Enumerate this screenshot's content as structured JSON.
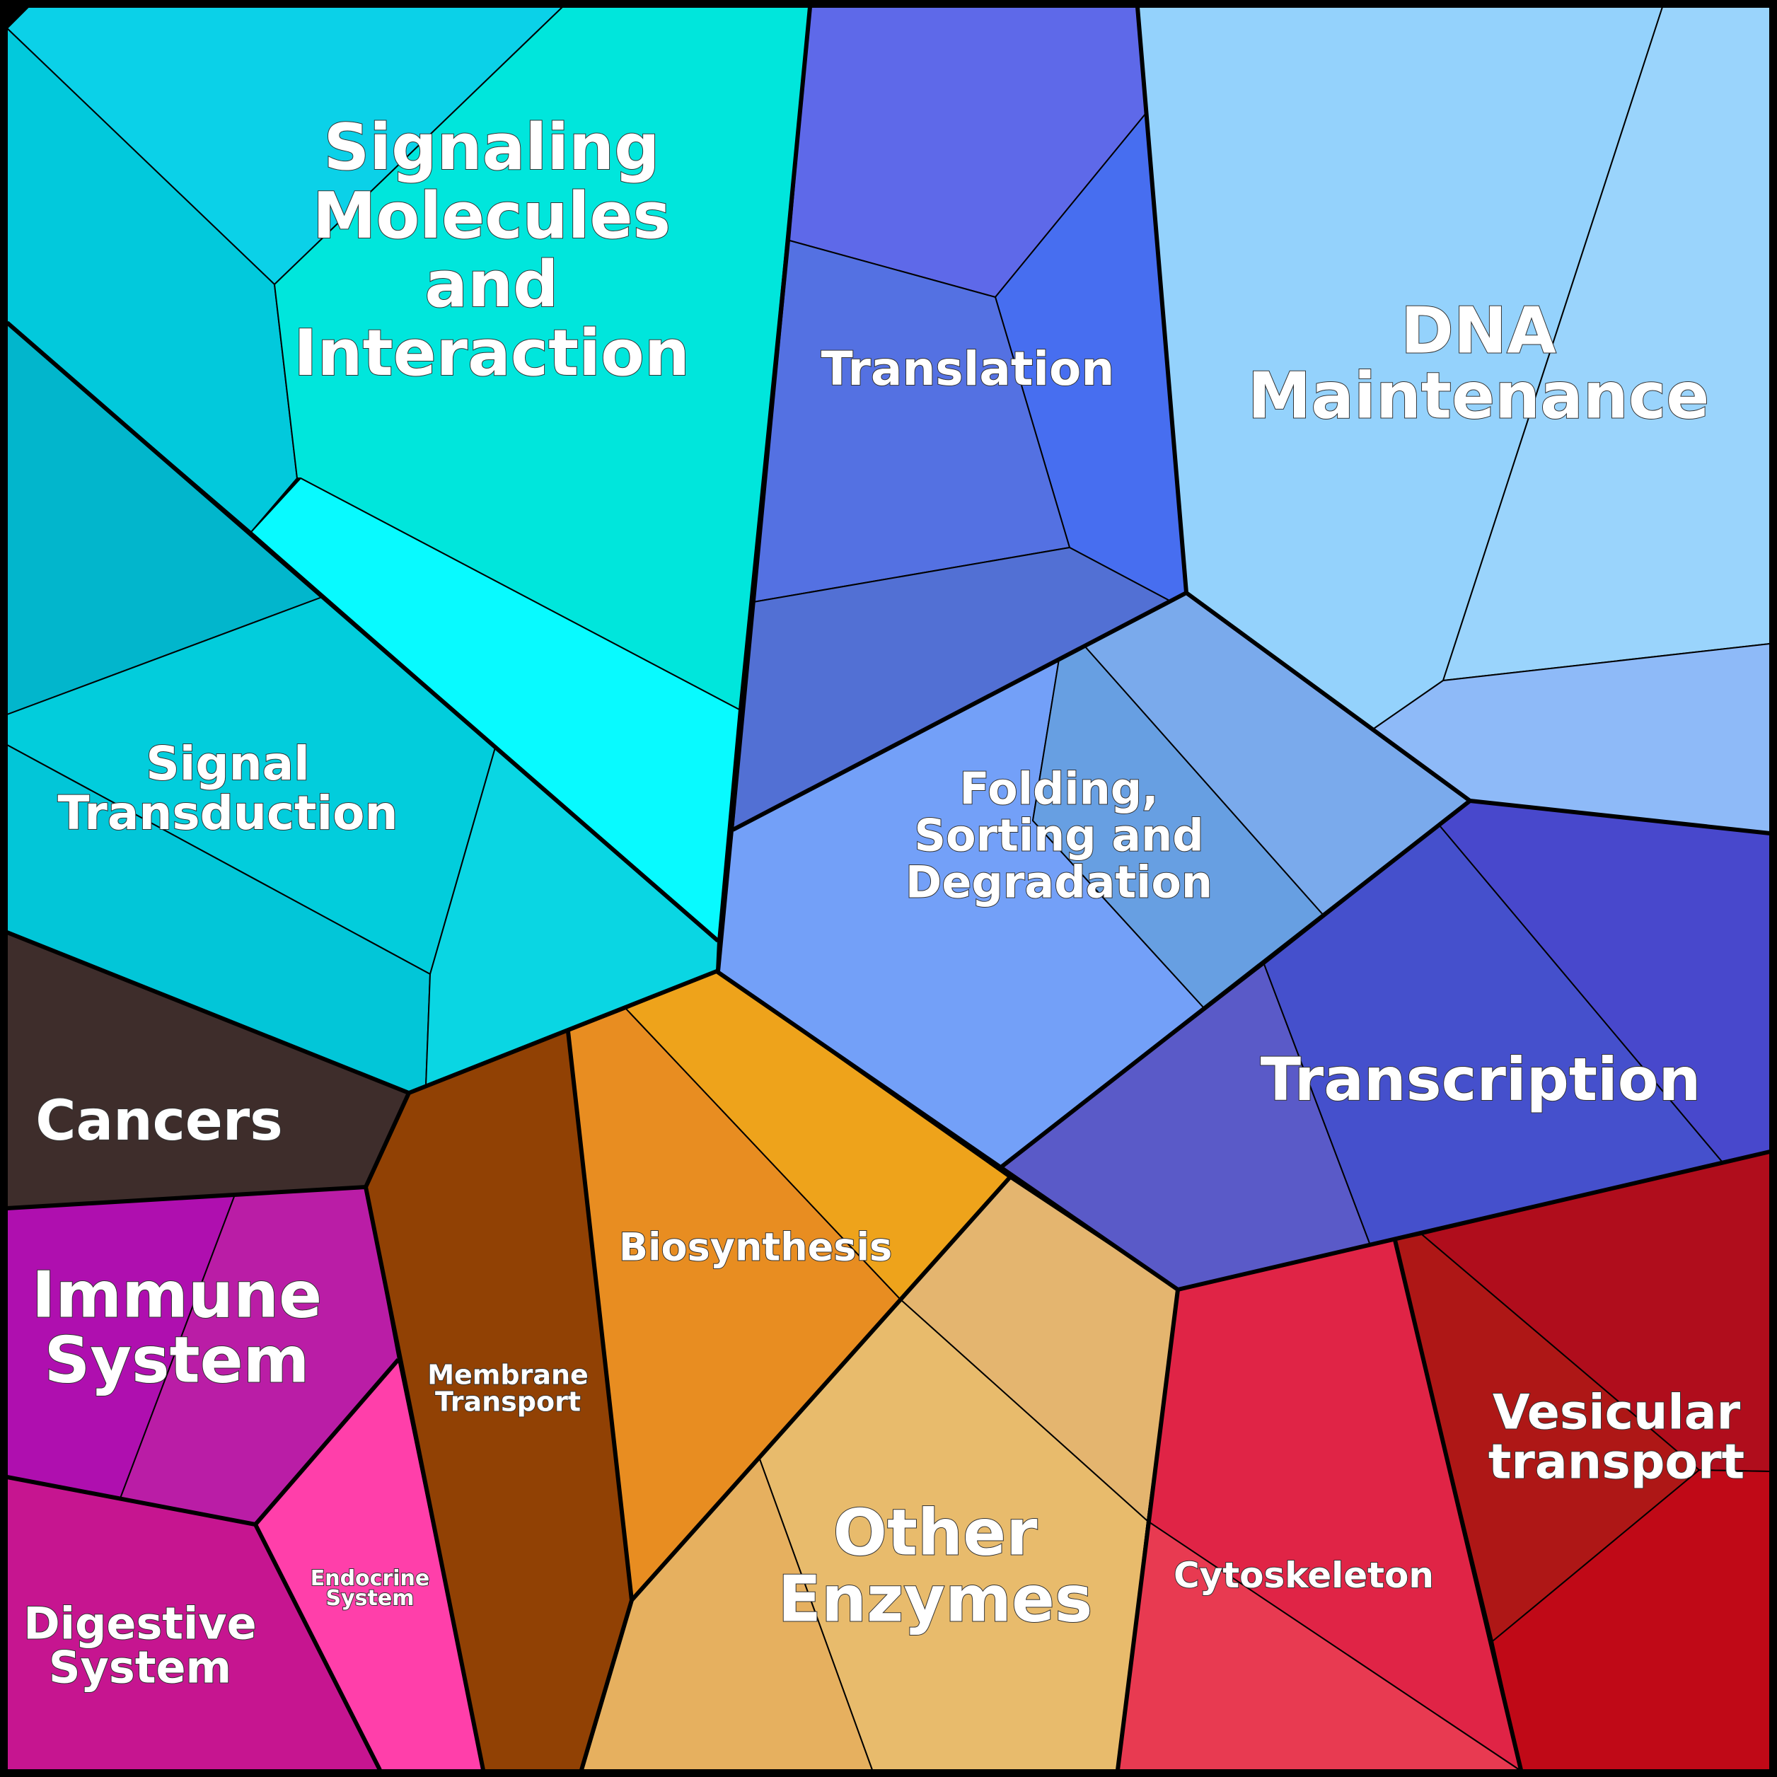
{
  "diagram": {
    "border_color": "#000000",
    "labels": {
      "signaling": [
        "Signaling",
        "Molecules",
        "and",
        "Interaction"
      ],
      "translation": [
        "Translation"
      ],
      "dna": [
        "DNA",
        "Maintenance"
      ],
      "signal_transduction": [
        "Signal",
        "Transduction"
      ],
      "folding": [
        "Folding,",
        "Sorting and",
        "Degradation"
      ],
      "transcription": [
        "Transcription"
      ],
      "cancers": [
        "Cancers"
      ],
      "biosynthesis": [
        "Biosynthesis"
      ],
      "immune": [
        "Immune",
        "System"
      ],
      "membrane": [
        "Membrane",
        "Transport"
      ],
      "vesicular": [
        "Vesicular",
        "transport"
      ],
      "other_enzymes": [
        "Other",
        "Enzymes"
      ],
      "cytoskeleton": [
        "Cytoskeleton"
      ],
      "endocrine": [
        "Endocrine",
        "System"
      ],
      "digestive": [
        "Digestive",
        "System"
      ]
    },
    "colors": {
      "signaling_main": "#00E6DC",
      "signaling_topleft": "#0BD1E8",
      "signaling_left": "#02C9DC",
      "signaling_bright": "#08FAFF",
      "signal_transduction_dark": "#02B6CC",
      "signal_transduction": "#02CDDC",
      "signal_transduction_low": "#02C6D8",
      "signal_transduction_right": "#0AD6E3",
      "translation_top": "#5E69E9",
      "translation_right": "#476EF0",
      "translation_mid": "#5471E2",
      "translation_low": "#5270D4",
      "dna_main": "#94D2FC",
      "dna_right": "#9AD4FC",
      "dna_low": "#8EBAF8",
      "folding_left": "#73A0F8",
      "folding_mid": "#679FE2",
      "folding_right": "#7AAAEC",
      "transcription_main": "#4550CC",
      "transcription_right": "#4848CC",
      "transcription_left": "#5A5AC8",
      "cancers": "#3E2D2B",
      "immune_left": "#AF0FAF",
      "immune_right": "#BA1DA6",
      "endocrine": "#FF3FAA",
      "digestive": "#C61590",
      "membrane": "#914104",
      "biosynthesis_main": "#E88D21",
      "biosynthesis_top": "#EEA31B",
      "other_enzymes_right": "#E4B56F",
      "other_enzymes_main": "#E8BB6C",
      "other_enzymes_left": "#E6B05F",
      "cytoskeleton_main": "#E02446",
      "cytoskeleton_low": "#E83A51",
      "vesicular_left": "#AE1716",
      "vesicular_top": "#B00D1C",
      "vesicular_low": "#C00917"
    }
  }
}
